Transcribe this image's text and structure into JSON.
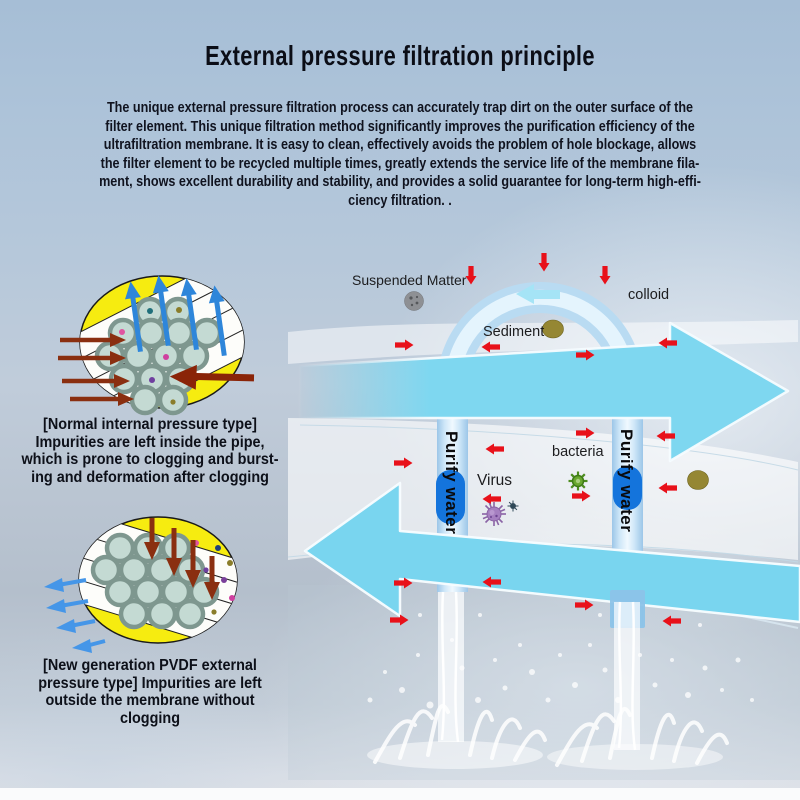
{
  "title": "External pressure filtration principle",
  "intro": "The unique external pressure filtration process can accurately trap dirt on the outer surface of the\nfilter element. This unique filtration method significantly improves the purification efficiency of the\nultrafiltration membrane. It is easy to clean, effectively avoids the problem of hole blockage, allows\nthe filter element to be recycled multiple times, greatly extends the service life of the membrane fila-\nment, shows excellent durability and stability, and provides a solid guarantee for long-term high-effi-\nciency filtration. .",
  "figures": {
    "internal": {
      "caption": "[Normal internal pressure type]\nImpurities are left inside the pipe,\nwhich is prone to clogging and burst-\ning and deformation after clogging"
    },
    "external": {
      "caption": "[New generation PVDF external\npressure type] Impurities are left\noutside the membrane without\nclogging"
    }
  },
  "diagram": {
    "labels": {
      "suspended_matter": "Suspended Matter",
      "sediment": "Sediment",
      "colloid": "colloid",
      "bacteria": "bacteria",
      "virus": "Virus",
      "purify_water_left": "Purify water",
      "purify_water_right": "Purify water"
    },
    "colors": {
      "big_arrow": "#7ed7f0",
      "tube": "#b9dbf2",
      "red_arrow": "#e8111a",
      "blue_arrow": "#2e86da",
      "dark_red_arrow": "#8a2f10",
      "membrane_yellow": "#f6ec10",
      "purify_chip": "#1474dc"
    }
  }
}
